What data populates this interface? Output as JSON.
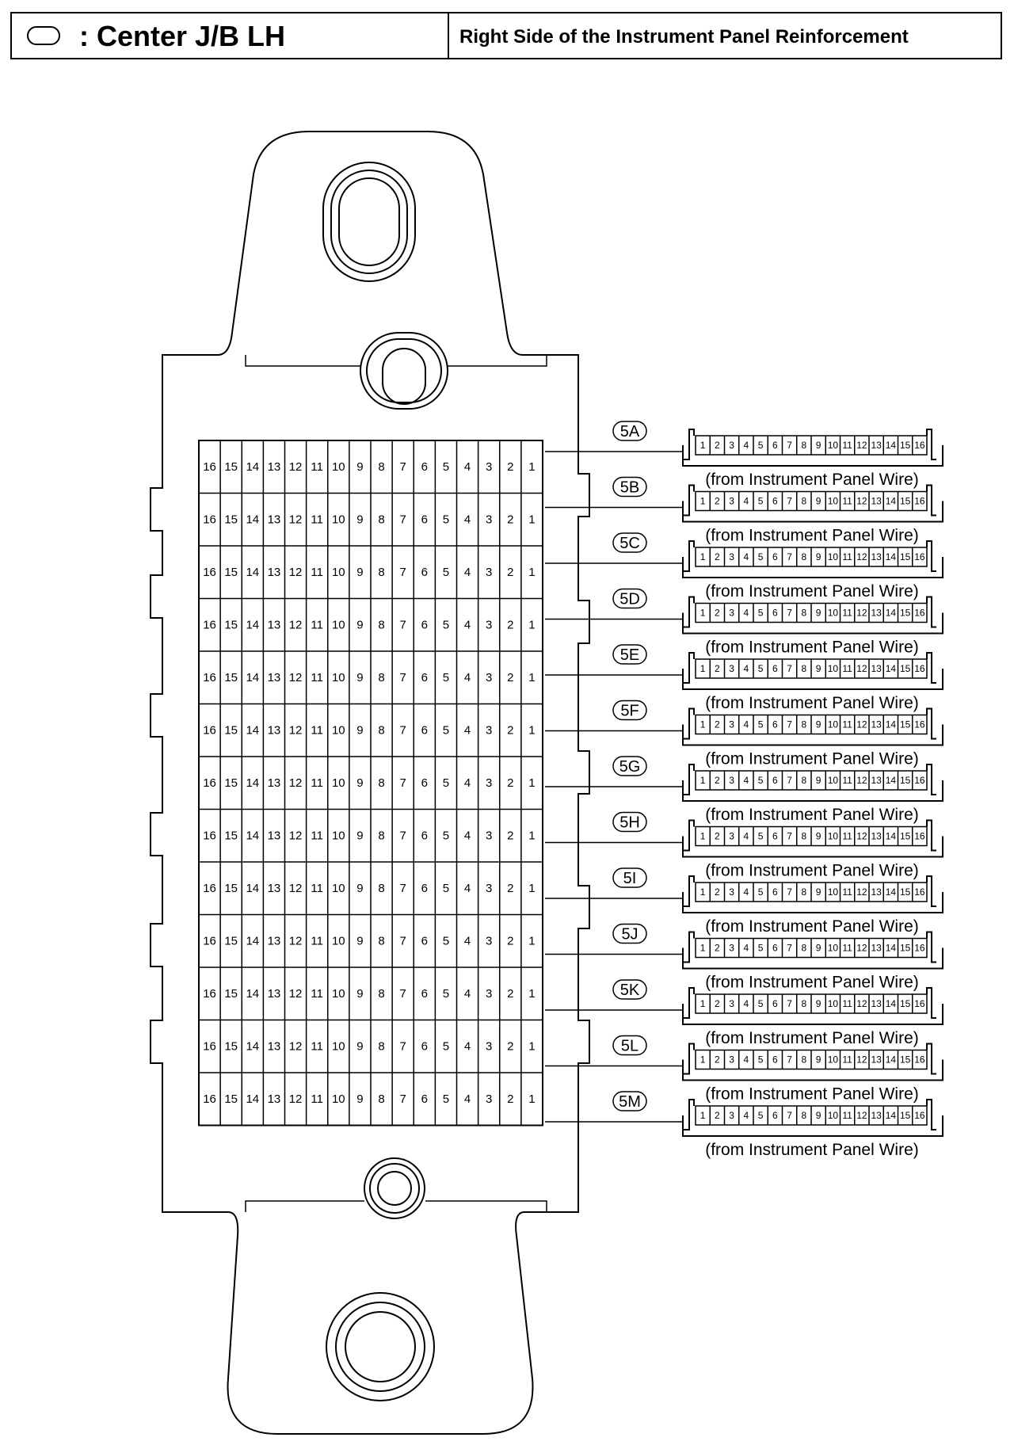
{
  "header": {
    "title": ": Center J/B LH",
    "location": "Right Side of the Instrument Panel Reinforcement",
    "symbol_icon": "oval-symbol-icon"
  },
  "grid": {
    "pin_numbers": [
      "16",
      "15",
      "14",
      "13",
      "12",
      "11",
      "10",
      "9",
      "8",
      "7",
      "6",
      "5",
      "4",
      "3",
      "2",
      "1"
    ]
  },
  "connectors": [
    {
      "code": "5A",
      "wire": "(from Instrument Panel Wire)"
    },
    {
      "code": "5B",
      "wire": "(from Instrument Panel Wire)"
    },
    {
      "code": "5C",
      "wire": "(from Instrument Panel Wire)"
    },
    {
      "code": "5D",
      "wire": "(from Instrument Panel Wire)"
    },
    {
      "code": "5E",
      "wire": "(from Instrument Panel Wire)"
    },
    {
      "code": "5F",
      "wire": "(from Instrument Panel Wire)"
    },
    {
      "code": "5G",
      "wire": "(from Instrument Panel Wire)"
    },
    {
      "code": "5H",
      "wire": "(from Instrument Panel Wire)"
    },
    {
      "code": "5I",
      "wire": "(from Instrument Panel Wire)"
    },
    {
      "code": "5J",
      "wire": "(from Instrument Panel Wire)"
    },
    {
      "code": "5K",
      "wire": "(from Instrument Panel Wire)"
    },
    {
      "code": "5L",
      "wire": "(from Instrument Panel Wire)"
    },
    {
      "code": "5M",
      "wire": "(from Instrument Panel Wire)"
    }
  ],
  "connector_pins": [
    "1",
    "2",
    "3",
    "4",
    "5",
    "6",
    "7",
    "8",
    "9",
    "10",
    "11",
    "12",
    "13",
    "14",
    "15",
    "16"
  ]
}
